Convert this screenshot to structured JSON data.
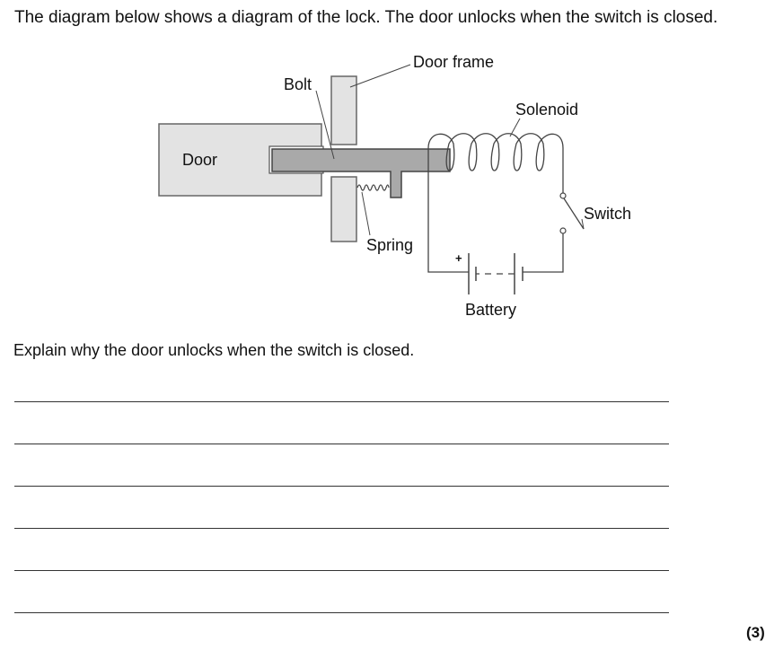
{
  "intro_text": "The diagram below shows a diagram of the lock. The door unlocks when the switch is closed.",
  "diagram": {
    "labels": {
      "door": "Door",
      "bolt": "Bolt",
      "door_frame": "Door frame",
      "solenoid": "Solenoid",
      "spring": "Spring",
      "switch": "Switch",
      "battery": "Battery",
      "positive": "+"
    },
    "colors": {
      "door_fill": "#e3e3e3",
      "bolt_fill": "#a9a9a9",
      "outline": "#555555"
    }
  },
  "question_text": "Explain why the door unlocks when the switch is closed.",
  "answer_lines": 6,
  "marks": "(3)"
}
